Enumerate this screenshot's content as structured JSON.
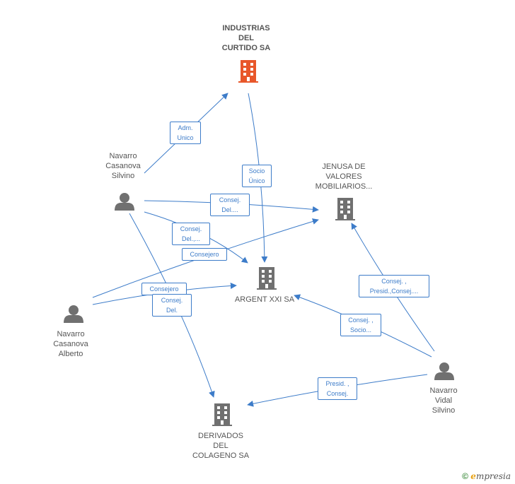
{
  "colors": {
    "edge": "#3d7cc9",
    "company_main": "#e8572a",
    "company": "#707070",
    "person": "#707070"
  },
  "nodes": {
    "industrias": {
      "lines": [
        "INDUSTRIAS",
        "DEL",
        "CURTIDO SA"
      ],
      "icon": "building-icon"
    },
    "jenusa": {
      "lines": [
        "JENUSA DE",
        "VALORES",
        "MOBILIARIOS..."
      ],
      "icon": "building-icon"
    },
    "argent": {
      "lines": [
        "ARGENT XXI SA"
      ],
      "icon": "building-icon"
    },
    "derivados": {
      "lines": [
        "DERIVADOS",
        "DEL",
        "COLAGENO SA"
      ],
      "icon": "building-icon"
    },
    "silvino": {
      "lines": [
        "Navarro",
        "Casanova",
        "Silvino"
      ],
      "icon": "person-icon"
    },
    "alberto": {
      "lines": [
        "Navarro",
        "Casanova",
        "Alberto"
      ],
      "icon": "person-icon"
    },
    "vidal": {
      "lines": [
        "Navarro",
        "Vidal",
        "Silvino"
      ],
      "icon": "person-icon"
    }
  },
  "edges": [
    {
      "lines": [
        "Adm.",
        "Unico"
      ]
    },
    {
      "lines": [
        "Socio",
        "Único"
      ]
    },
    {
      "lines": [
        "Consej.",
        "Del...."
      ]
    },
    {
      "lines": [
        "Consej.",
        "Del.,..."
      ]
    },
    {
      "lines": [
        "Consejero"
      ]
    },
    {
      "lines": [
        "Consejero"
      ]
    },
    {
      "lines": [
        "Consej.",
        "Del."
      ]
    },
    {
      "lines": [
        "Consej. ,",
        "Presid.,Consej...."
      ]
    },
    {
      "lines": [
        "Consej. ,",
        "Socio..."
      ]
    },
    {
      "lines": [
        "Presid. ,",
        "Consej."
      ]
    }
  ],
  "footer": {
    "copyright": "©",
    "brand_initial": "e",
    "brand_rest": "mpresia"
  }
}
